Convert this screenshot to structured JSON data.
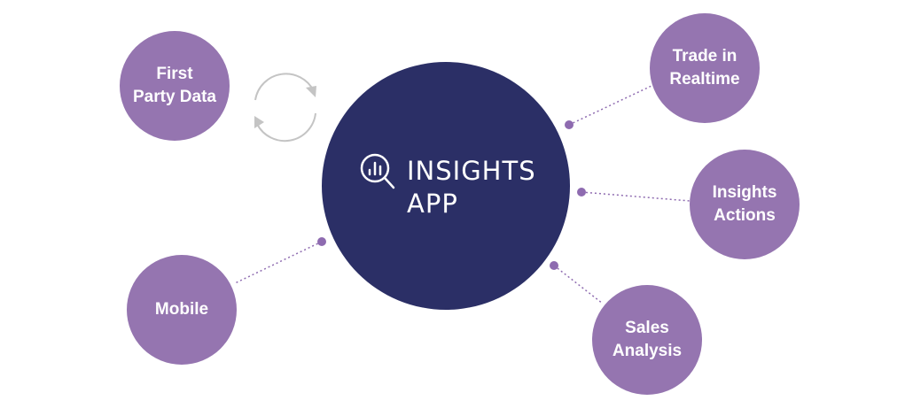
{
  "hub": {
    "line1": "INSIGHTS",
    "line2": "APP",
    "icon": "magnifier-chart-icon"
  },
  "nodes": {
    "first_party": {
      "line1": "First",
      "line2": "Party Data"
    },
    "trade": {
      "line1": "Trade in",
      "line2": "Realtime"
    },
    "actions": {
      "line1": "Insights",
      "line2": "Actions"
    },
    "sales": {
      "line1": "Sales",
      "line2": "Analysis"
    },
    "mobile": {
      "line1": "Mobile"
    }
  },
  "colors": {
    "hub": "#2b2f66",
    "node": "#9575b0",
    "connector": "#8e6bb0",
    "cycle": "#c4c4c4"
  }
}
